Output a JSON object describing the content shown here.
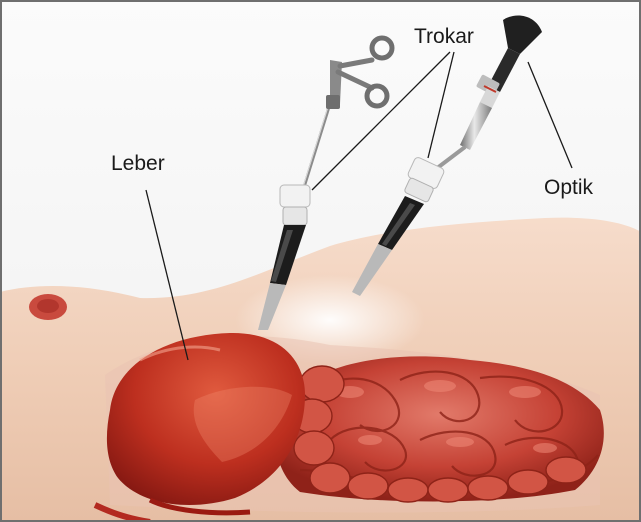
{
  "labels": {
    "trokar": "Trokar",
    "optik": "Optik",
    "leber": "Leber"
  },
  "colors": {
    "frame": "#6f6f6f",
    "liver": "#b8281c",
    "intestine": "#c8483a",
    "skin": "#f1d1bb"
  }
}
